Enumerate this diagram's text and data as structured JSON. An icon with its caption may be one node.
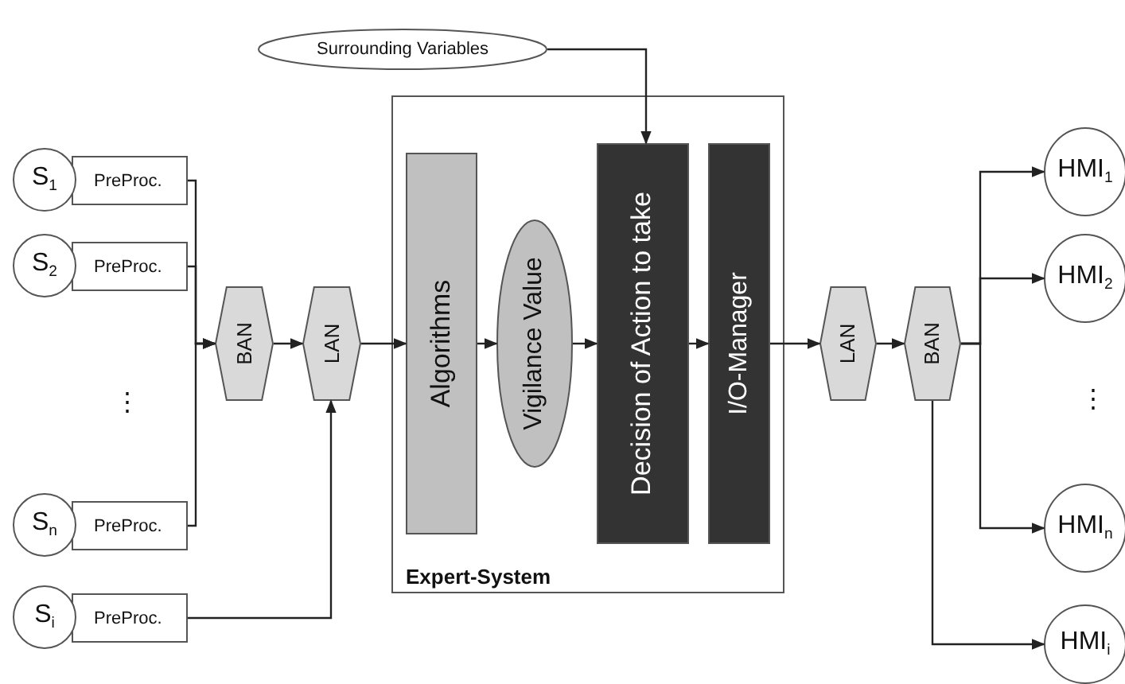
{
  "diagram": {
    "nodes": [
      {
        "text": [
          "Surrounding Variables"
        ]
      },
      {
        "text": [
          "S$_{1}$"
        ]
      },
      {
        "text": [
          "PreProc."
        ]
      },
      {
        "text": [
          "S$_{2}$"
        ]
      },
      {
        "text": [
          "PreProc."
        ]
      },
      {
        "text": [
          "S$_{n}$"
        ]
      },
      {
        "text": [
          "PreProc."
        ]
      },
      {
        "text": [
          "S$_{i}$"
        ]
      },
      {
        "text": [
          "PreProc."
        ]
      },
      {
        "text": [
          "BAN"
        ]
      },
      {
        "text": [
          "LAN"
        ]
      },
      {
        "text": [
          "Expert-System"
        ]
      },
      {
        "text": [
          "Algorithms"
        ],
        "in": 11
      },
      {
        "text": [
          "Vigilance Value"
        ],
        "in": 11
      },
      {
        "text": [
          "Decision of Action to take"
        ],
        "in": 11
      },
      {
        "text": [
          "I/O-Manager"
        ],
        "in": 11
      },
      {
        "text": [
          "LAN"
        ]
      },
      {
        "text": [
          "BAN"
        ]
      },
      {
        "text": [
          "HMI$_{1}$"
        ]
      },
      {
        "text": [
          "HMI$_{2}$"
        ]
      },
      {
        "text": [
          "HMI$_{n}$"
        ]
      },
      {
        "text": [
          "HMI$_{i}$"
        ]
      }
    ],
    "edges": [
      {
        "from": 2,
        "to": 9,
        "arrow": "to"
      },
      {
        "from": 4,
        "to": 9,
        "arrow": "to"
      },
      {
        "from": 6,
        "to": 9,
        "arrow": "to"
      },
      {
        "from": 8,
        "to": 10,
        "arrow": "to"
      },
      {
        "from": 9,
        "to": 10,
        "arrow": "to"
      },
      {
        "from": 10,
        "to": 12,
        "arrow": "to"
      },
      {
        "from": 12,
        "to": 13,
        "arrow": "to"
      },
      {
        "from": 13,
        "to": 14,
        "arrow": "to"
      },
      {
        "from": 14,
        "to": 15,
        "arrow": "to"
      },
      {
        "from": 15,
        "to": 16,
        "arrow": "to"
      },
      {
        "from": 16,
        "to": 17,
        "arrow": "to"
      },
      {
        "from": 17,
        "to": 18,
        "arrow": "to"
      },
      {
        "from": 17,
        "to": 19,
        "arrow": "to"
      },
      {
        "from": 17,
        "to": 20,
        "arrow": "to"
      },
      {
        "from": 17,
        "to": 21,
        "arrow": "to"
      },
      {
        "from": 0,
        "to": 14,
        "arrow": "to"
      }
    ],
    "labels": [
      "⋮",
      "⋮"
    ]
  }
}
